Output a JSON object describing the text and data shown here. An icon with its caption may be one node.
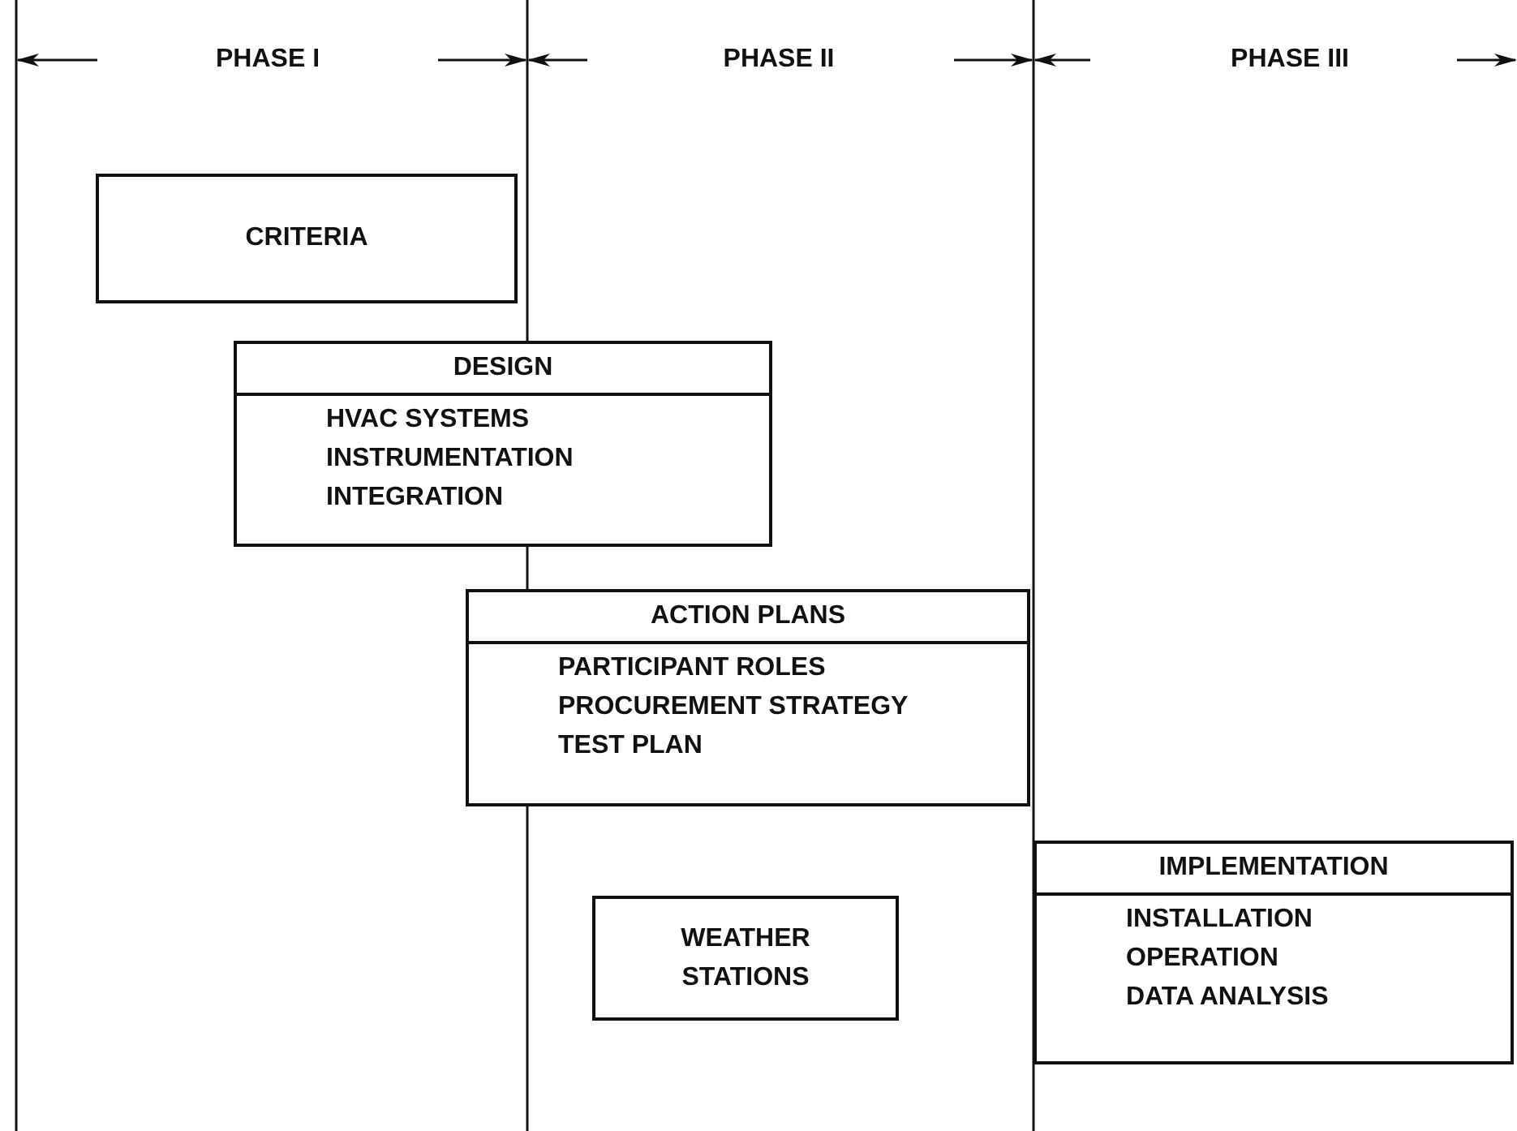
{
  "diagram": {
    "nodes": [
      {
        "text": [
          "CRITERIA"
        ]
      },
      {
        "text": [
          "DESIGN",
          "HVAC SYSTEMS",
          "INSTRUMENTATION",
          "INTEGRATION"
        ]
      },
      {
        "text": [
          "ACTION PLANS",
          "PARTICIPANT ROLES",
          "PROCUREMENT STRATEGY",
          "TEST PLAN"
        ]
      },
      {
        "text": [
          "WEATHER STATIONS"
        ]
      },
      {
        "text": [
          "IMPLEMENTATION",
          "INSTALLATION",
          "OPERATION",
          "DATA ANALYSIS"
        ]
      }
    ],
    "labels": [
      "PHASE I",
      "PHASE II",
      "PHASE III"
    ]
  }
}
